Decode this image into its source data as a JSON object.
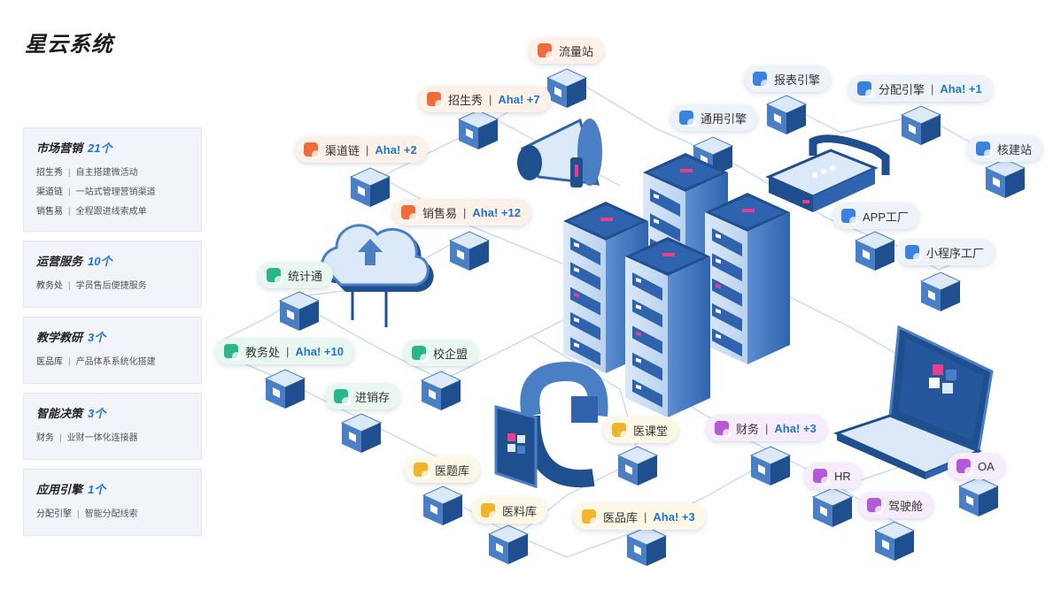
{
  "title": "星云系统",
  "panels": [
    {
      "title": "市场营销",
      "count": "21个",
      "rows": [
        {
          "name": "招生秀",
          "desc": "自主搭建微活动"
        },
        {
          "name": "渠道链",
          "desc": "一站式管理营销渠道"
        },
        {
          "name": "销售易",
          "desc": "全程跟进线索成单"
        }
      ]
    },
    {
      "title": "运营服务",
      "count": "10个",
      "rows": [
        {
          "name": "教务处",
          "desc": "学员售后便捷服务"
        }
      ]
    },
    {
      "title": "教学教研",
      "count": "3个",
      "rows": [
        {
          "name": "医品库",
          "desc": "产品体系系统化搭建"
        }
      ]
    },
    {
      "title": "智能决策",
      "count": "3个",
      "rows": [
        {
          "name": "财务",
          "desc": "业财一体化连接器"
        }
      ]
    },
    {
      "title": "应用引擎",
      "count": "1个",
      "rows": [
        {
          "name": "分配引擎",
          "desc": "智能分配线索"
        }
      ]
    }
  ],
  "separator": "|",
  "nodes": [
    {
      "id": "liuliangzhan",
      "label": "流量站",
      "aha": "",
      "theme": "orange",
      "icon_color": "#f26b3a",
      "icon": "pie-icon"
    },
    {
      "id": "zhaoshengxiu",
      "label": "招生秀",
      "aha": "Aha! +7",
      "theme": "orange",
      "icon_color": "#f26b3a",
      "icon": "poster-icon"
    },
    {
      "id": "qudaolian",
      "label": "渠道链",
      "aha": "Aha! +2",
      "theme": "orange",
      "icon_color": "#f26b3a",
      "icon": "link-icon"
    },
    {
      "id": "xiaoshouyi",
      "label": "销售易",
      "aha": "Aha! +12",
      "theme": "orange",
      "icon_color": "#f26b3a",
      "icon": "sales-icon"
    },
    {
      "id": "baobiaoyinqing",
      "label": "报表引擎",
      "aha": "",
      "theme": "blue",
      "icon_color": "#3b82e0",
      "icon": "report-icon"
    },
    {
      "id": "fenpeiyinqing",
      "label": "分配引擎",
      "aha": "Aha! +1",
      "theme": "blue",
      "icon_color": "#3b82e0",
      "icon": "distribute-icon"
    },
    {
      "id": "tongyongyinqing",
      "label": "通用引擎",
      "aha": "",
      "theme": "blue",
      "icon_color": "#3b82e0",
      "icon": "engine-icon"
    },
    {
      "id": "hejianzhan",
      "label": "核建站",
      "aha": "",
      "theme": "blue",
      "icon_color": "#3b82e0",
      "icon": "site-icon"
    },
    {
      "id": "appgongchang",
      "label": "APP工厂",
      "aha": "",
      "theme": "blue",
      "icon_color": "#3b82e0",
      "icon": "app-icon"
    },
    {
      "id": "xiaochengxu",
      "label": "小程序工厂",
      "aha": "",
      "theme": "blue",
      "icon_color": "#3b82e0",
      "icon": "miniapp-icon"
    },
    {
      "id": "tongjitong",
      "label": "统计通",
      "aha": "",
      "theme": "green",
      "icon_color": "#2bb58a",
      "icon": "stats-icon"
    },
    {
      "id": "jiaowuchu",
      "label": "教务处",
      "aha": "Aha! +10",
      "theme": "green",
      "icon_color": "#2bb58a",
      "icon": "academic-icon"
    },
    {
      "id": "xiaoqimeng",
      "label": "校企盟",
      "aha": "",
      "theme": "green",
      "icon_color": "#2bb58a",
      "icon": "alliance-icon"
    },
    {
      "id": "jinxiaocun",
      "label": "进销存",
      "aha": "",
      "theme": "green",
      "icon_color": "#2bb58a",
      "icon": "inventory-icon"
    },
    {
      "id": "yiketang",
      "label": "医课堂",
      "aha": "",
      "theme": "yellow",
      "icon_color": "#f2b52a",
      "icon": "classroom-icon"
    },
    {
      "id": "yitiku",
      "label": "医题库",
      "aha": "",
      "theme": "yellow",
      "icon_color": "#f2b52a",
      "icon": "question-bank-icon"
    },
    {
      "id": "yiliaoku",
      "label": "医料库",
      "aha": "",
      "theme": "yellow",
      "icon_color": "#f2b52a",
      "icon": "material-icon"
    },
    {
      "id": "yipinku",
      "label": "医品库",
      "aha": "Aha! +3",
      "theme": "yellow",
      "icon_color": "#f2b52a",
      "icon": "product-icon"
    },
    {
      "id": "caiwu",
      "label": "财务",
      "aha": "Aha! +3",
      "theme": "purple",
      "icon_color": "#b35ad8",
      "icon": "finance-icon"
    },
    {
      "id": "hr",
      "label": "HR",
      "aha": "",
      "theme": "purple",
      "icon_color": "#b35ad8",
      "icon": "hr-icon"
    },
    {
      "id": "jiashicang",
      "label": "驾驶舱",
      "aha": "",
      "theme": "purple",
      "icon_color": "#b35ad8",
      "icon": "cockpit-icon"
    },
    {
      "id": "oa",
      "label": "OA",
      "aha": "",
      "theme": "purple",
      "icon_color": "#b35ad8",
      "icon": "oa-icon"
    }
  ],
  "colors": {
    "accent": "#1e73d6",
    "dark_blue": "#1f4f8f",
    "light_blue": "#d6e6f7",
    "pink": "#e83e8c"
  }
}
